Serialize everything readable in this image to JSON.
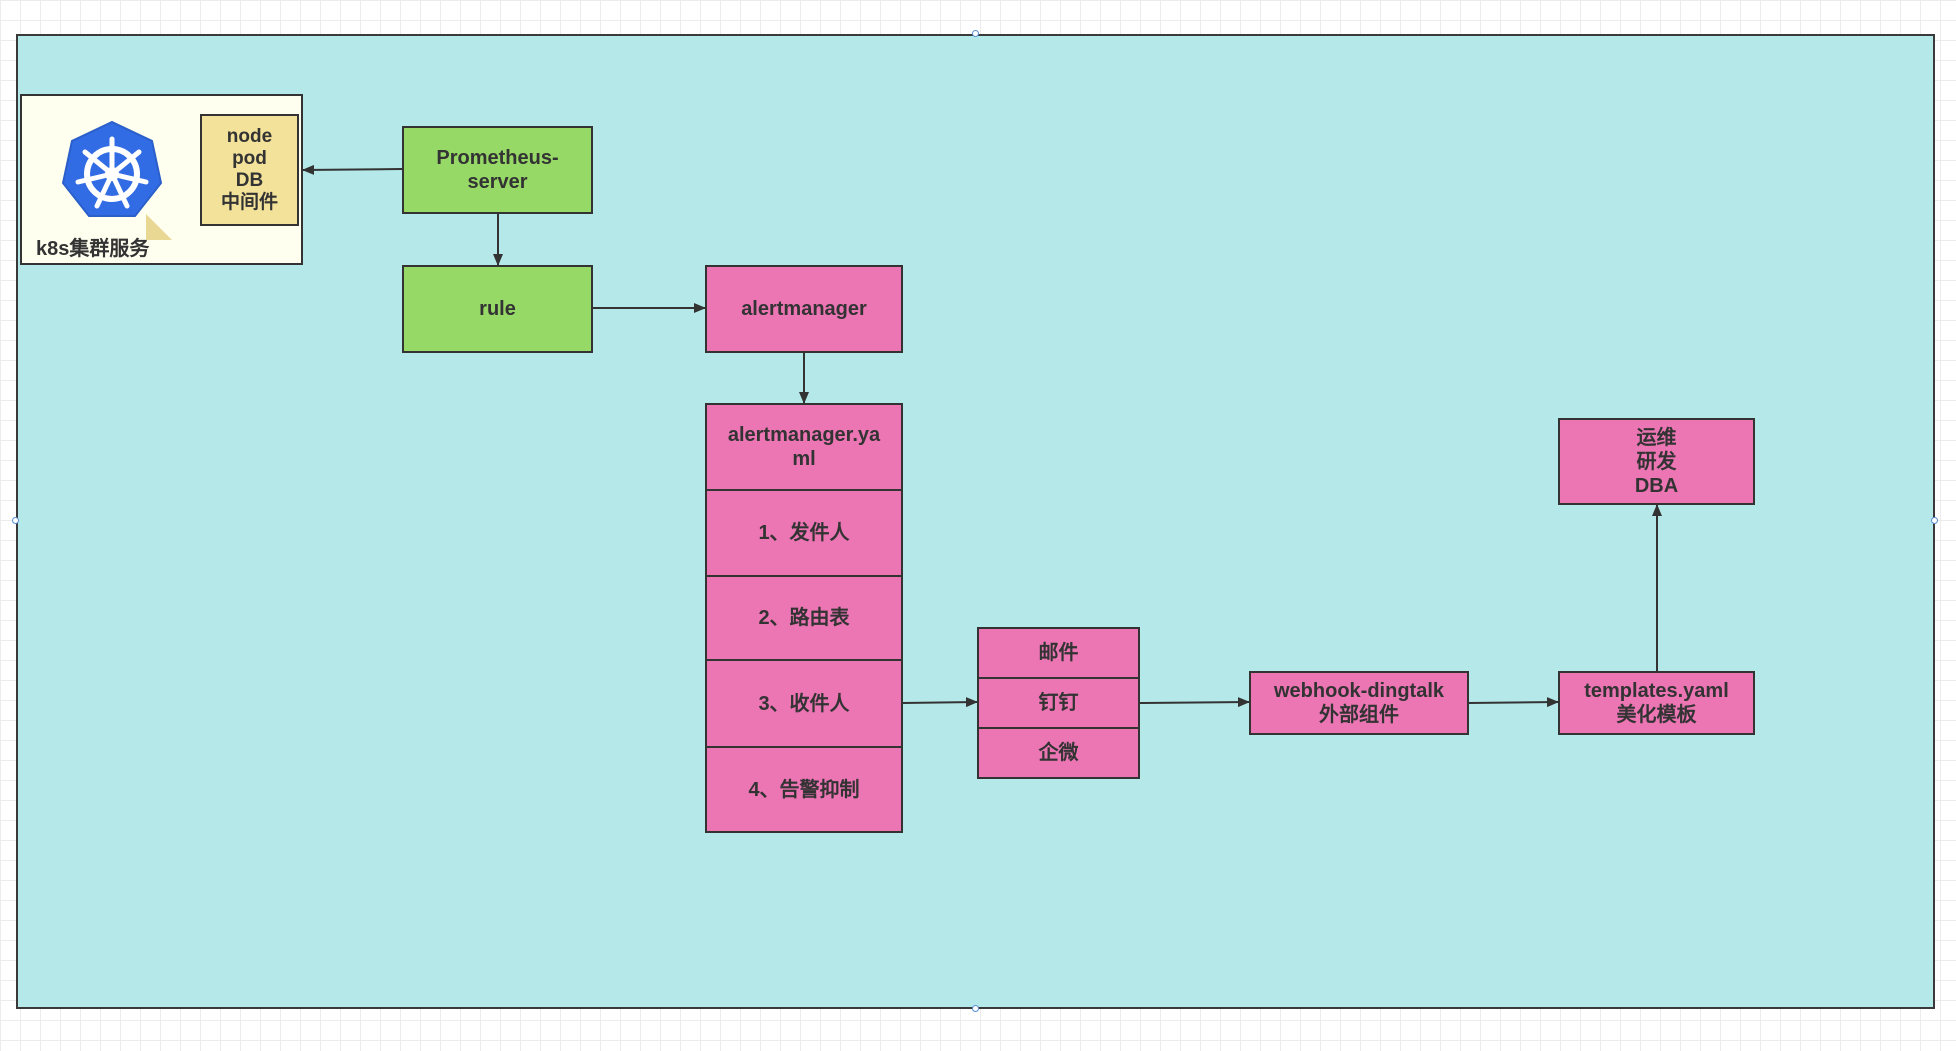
{
  "k8s_panel": {
    "label": "k8s集群服务",
    "resources": "node\npod\nDB\n中间件",
    "logo_color": "#326ce5"
  },
  "nodes": {
    "prometheus_server": "Prometheus-\nserver",
    "rule": "rule",
    "alertmanager": "alertmanager",
    "alertmanager_yaml": "alertmanager.ya\nml",
    "item_sender": "1、发件人",
    "item_routes": "2、路由表",
    "item_receivers": "3、收件人",
    "item_inhibit": "4、告警抑制",
    "channel_mail": "邮件",
    "channel_dingtalk": "钉钉",
    "channel_wecom": "企微",
    "webhook_dingtalk": "webhook-dingtalk\n外部组件",
    "templates_yaml": "templates.yaml\n美化模板",
    "audience": "运维\n研发\nDBA"
  },
  "colors": {
    "canvas_fill": "#b5e9e9",
    "green": "#97d967",
    "pink": "#ec75b4",
    "yellow": "#f3e29a",
    "panel": "#fffff0"
  }
}
